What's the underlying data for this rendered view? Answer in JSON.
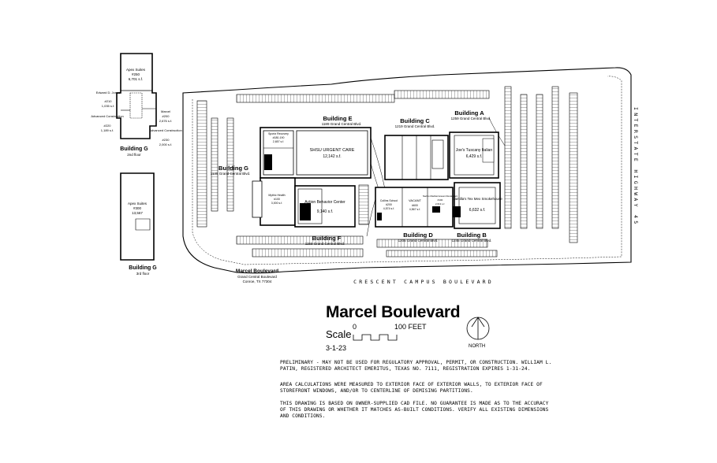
{
  "title": "Marcel Boulevard",
  "scale": {
    "label": "Scale",
    "start": "0",
    "end": "100 FEET"
  },
  "date": "3-1-23",
  "north_label": "NORTH",
  "roads": {
    "crescent": "CRESCENT CAMPUS BOULEVARD",
    "interstate": "INTERSTATE HIGHWAY 45"
  },
  "address": {
    "name": "Marcel Boulevard",
    "line1": "Grand Central Boulevard",
    "line2": "Conroe, TX 77304"
  },
  "buildings": {
    "e": {
      "name": "Building E",
      "address": "1189 Grand Central Blvd."
    },
    "c": {
      "name": "Building C",
      "address": "1219 Grand Central Blvd."
    },
    "a": {
      "name": "Building A",
      "address": "1259 Grand Central Blvd."
    },
    "g": {
      "name": "Building G",
      "address": "1135 Grand Central Blvd."
    },
    "f": {
      "name": "Building F",
      "address": "1155 Grand Central Blvd."
    },
    "d": {
      "name": "Building D",
      "address": "1205 Grand Central Blvd."
    },
    "b": {
      "name": "Building B",
      "address": "1245 Grand Central Blvd."
    }
  },
  "tenants": {
    "sportz": {
      "name": "Sportz Recovery",
      "suite": "#180-190",
      "area": "2,657 s.f."
    },
    "shsu": {
      "name": "SHSU URGENT CARE",
      "area": "12,142 s.f."
    },
    "joes": {
      "name": "Joe's Tuscany Italian",
      "area": "6,429 s.f."
    },
    "mythic": {
      "name": "Mythic Health",
      "suite": "#100",
      "area": "3,000 s.f."
    },
    "action": {
      "name": "Action Behavior Center",
      "area": "9,140 s.f."
    },
    "gdm": {
      "name": "Collins School",
      "suite": "#200",
      "area": "4,574 s.f."
    },
    "vacant": {
      "name": "VACANT",
      "suite": "#600",
      "area": "4,567 s.f."
    },
    "smoke": {
      "name": "Nacho Mediterranean Restaurant",
      "suite": "#100",
      "area": "2,613 s.f."
    },
    "camillas": {
      "name": "Camilla's Tex Mex Smokehouse",
      "area": "6,632 s.f."
    }
  },
  "inset_2nd": {
    "caption": "Building G",
    "sub": "2nd floor",
    "apex": {
      "name": "Apex Suites",
      "suite": "#250",
      "area": "6,701 s.f."
    },
    "edward": {
      "name": "Edward D. Jones",
      "suite": "#210",
      "area": "1,035 s.f."
    },
    "marcel": {
      "name": "Marcel",
      "suite": "#200",
      "area": "2,676 s.f."
    },
    "adv1": {
      "name": "Advanced Construction",
      "suite": "#220",
      "area": "1,189 s.f."
    },
    "adv2": {
      "name": "Advanced Construction",
      "suite": "#230",
      "area": "2,000 s.f."
    }
  },
  "inset_3rd": {
    "caption": "Building G",
    "sub": "3rd floor",
    "apex": {
      "name": "Apex Suites",
      "suite": "#300",
      "area": "13,567"
    }
  },
  "notes": [
    "PRELIMINARY - MAY NOT BE USED FOR REGULATORY APPROVAL, PERMIT, OR CONSTRUCTION. WILLIAM L. PATIN, REGISTERED ARCHITECT EMERITUS, TEXAS NO. 7111, REGISTRATION EXPIRES 1-31-24.",
    "AREA CALCULATIONS WERE MEASURED TO EXTERIOR FACE OF EXTERIOR WALLS, TO EXTERIOR FACE OF STOREFRONT WINDOWS, AND/OR TO CENTERLINE OF DEMISING PARTITIONS.",
    "THIS DRAWING IS BASED ON OWNER-SUPPLIED CAD FILE. NO GUARANTEE IS MADE AS TO THE ACCURACY OF THIS DRAWING OR WHETHER IT MATCHES AS-BUILT CONDITIONS. VERIFY ALL EXISTING DIMENSIONS AND CONDITIONS."
  ]
}
